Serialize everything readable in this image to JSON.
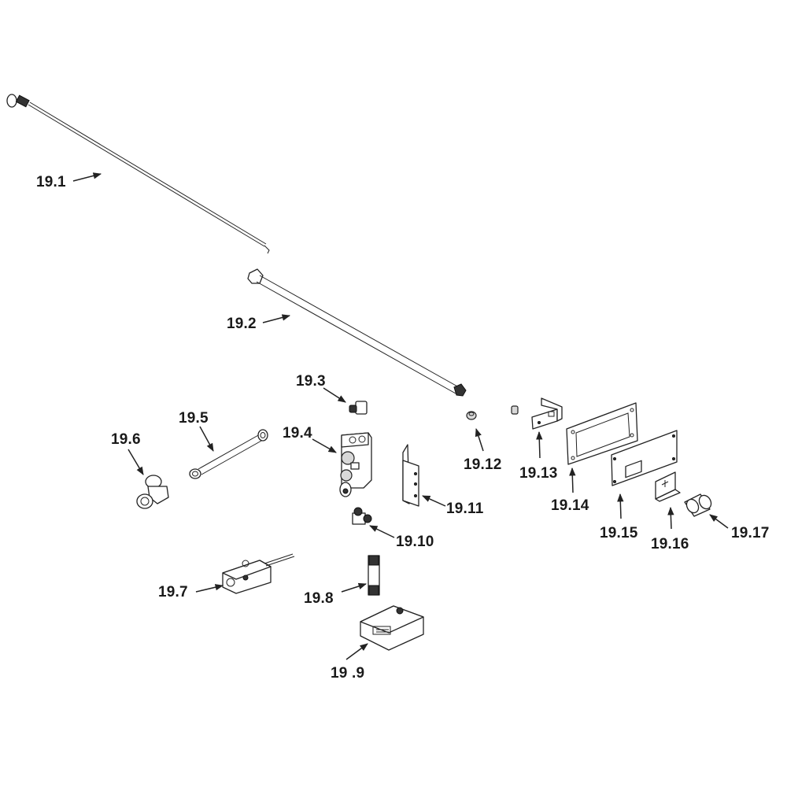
{
  "diagram": {
    "type": "exploded-parts-diagram",
    "background": "#ffffff",
    "ink_color": "#222222",
    "parts": [
      {
        "id": "19.1",
        "label": "19.1",
        "depicts": "long thermocouple / pilot rod with knob"
      },
      {
        "id": "19.2",
        "label": "19.2",
        "depicts": "gas supply tube with flare nuts"
      },
      {
        "id": "19.3",
        "label": "19.3",
        "depicts": "elbow fitting"
      },
      {
        "id": "19.4",
        "label": "19.4",
        "depicts": "gas valve"
      },
      {
        "id": "19.5",
        "label": "19.5",
        "depicts": "short connector tube"
      },
      {
        "id": "19.6",
        "label": "19.6",
        "depicts": "elbow connector"
      },
      {
        "id": "19.7",
        "label": "19.7",
        "depicts": "battery holder with wires"
      },
      {
        "id": "19.8",
        "label": "19.8",
        "depicts": "connector plug"
      },
      {
        "id": "19.9",
        "label": "19 .9",
        "depicts": "control module"
      },
      {
        "id": "19.10",
        "label": "19.10",
        "depicts": "small elbow fitting"
      },
      {
        "id": "19.11",
        "label": "19.11",
        "depicts": "mounting bracket"
      },
      {
        "id": "19.12",
        "label": "19.12",
        "depicts": "bushing / nut"
      },
      {
        "id": "19.13",
        "label": "19.13",
        "depicts": "angled bracket"
      },
      {
        "id": "19.14",
        "label": "19.14",
        "depicts": "frame / bezel"
      },
      {
        "id": "19.15",
        "label": "19.15",
        "depicts": "switch plate"
      },
      {
        "id": "19.16",
        "label": "19.16",
        "depicts": "small bracket with fan symbol"
      },
      {
        "id": "19.17",
        "label": "19.17",
        "depicts": "cylindrical cap"
      }
    ]
  }
}
